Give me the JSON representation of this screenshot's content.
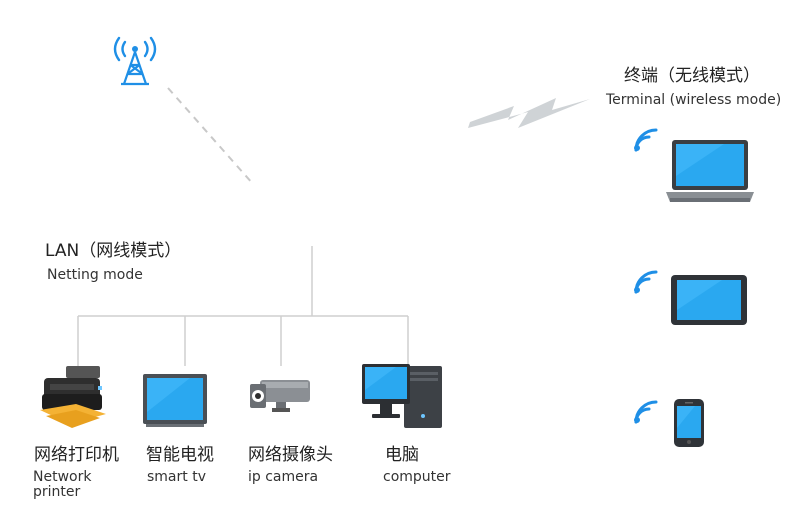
{
  "lan": {
    "title_zh": "LAN（网线模式）",
    "title_en": "Netting mode"
  },
  "terminal": {
    "title_zh": "终端（无线模式）",
    "title_en": "Terminal (wireless mode)"
  },
  "devices": [
    {
      "icon": "printer-icon",
      "zh": "网络打印机",
      "en_line1": "Network",
      "en_line2": "printer"
    },
    {
      "icon": "tv-icon",
      "zh": "智能电视",
      "en_line1": "smart tv"
    },
    {
      "icon": "camera-icon",
      "zh": "网络摄像头",
      "en_line1": "ip camera"
    },
    {
      "icon": "computer-icon",
      "zh": "电脑",
      "en_line1": "computer"
    }
  ],
  "wireless_devices": [
    {
      "icon": "laptop-icon"
    },
    {
      "icon": "tablet-icon"
    },
    {
      "icon": "phone-icon"
    }
  ],
  "colors": {
    "wifi_blue": "#1f8fe6",
    "screen_blue": "#2aa8f0",
    "line_gray": "#c8c8c8",
    "signal_gray": "#cfd3d6"
  }
}
